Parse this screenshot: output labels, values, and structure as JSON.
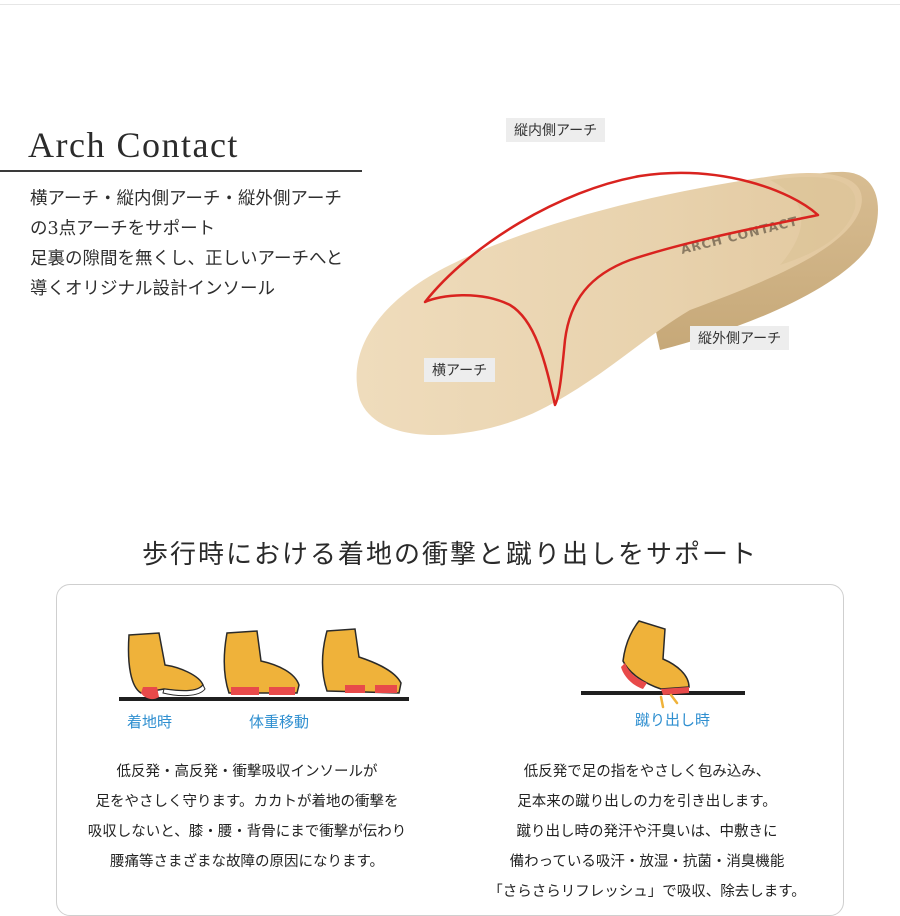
{
  "arch_contact": {
    "title": "Arch Contact",
    "description": [
      "横アーチ・縦内側アーチ・縦外側アーチ",
      "の3点アーチをサポート",
      "足裏の隙間を無くし、正しいアーチへと",
      "導くオリジナル設計インソール"
    ]
  },
  "insole": {
    "brand": "ARCH CONTACT",
    "labels": {
      "inner_longitudinal": "縦内側アーチ",
      "outer_longitudinal": "縦外側アーチ",
      "transverse": "横アーチ"
    },
    "colors": {
      "insole": "#ead6b4",
      "arch_outline": "#d9231f"
    }
  },
  "support_section": {
    "headline": "歩行時における着地の衝撃と蹴り出しをサポート",
    "landing": {
      "labels": [
        "着地時",
        "体重移動"
      ],
      "text": [
        "低反発・高反発・衝撃吸収インソールが",
        "足をやさしく守ります。カカトが着地の衝撃を",
        "吸収しないと、膝・腰・背骨にまで衝撃が伝わり",
        "腰痛等さまざまな故障の原因になります。"
      ]
    },
    "kickoff": {
      "label": "蹴り出し時",
      "text": [
        "低反発で足の指をやさしく包み込み、",
        "足本来の蹴り出しの力を引き出します。",
        "蹴り出し時の発汗や汗臭いは、中敷きに",
        "備わっている吸汗・放湿・抗菌・消臭機能",
        "「さらさらリフレッシュ」で吸収、除去します。"
      ]
    },
    "colors": {
      "foot": "#efb23a",
      "pressure": "#e84a4a",
      "label_blue": "#2f8fd0"
    }
  }
}
